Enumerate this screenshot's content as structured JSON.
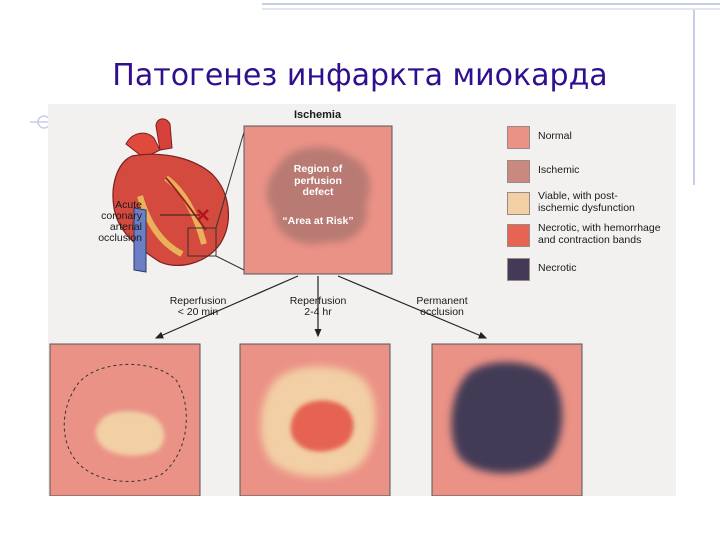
{
  "title": "Патогенез инфаркта миокарда",
  "figure": {
    "ischemia_heading": "Ischemia",
    "occlusion_label": "Acute\ncoronary\narterial\nocclusion",
    "region_label": "Region of\nperfusion\ndefect",
    "area_label": "“Area at Risk”",
    "branches": [
      {
        "label": "Reperfusion\n< 20 min"
      },
      {
        "label": "Reperfusion\n2-4 hr"
      },
      {
        "label": "Permanent\nocclusion"
      }
    ],
    "legend": [
      {
        "label": "Normal",
        "color": "#eb9286"
      },
      {
        "label": "Ischemic",
        "color": "#c98880"
      },
      {
        "label": "Viable, with post-\nischemic dysfunction",
        "color": "#f2cfa4"
      },
      {
        "label": "Necrotic, with hemorrhage\nand contraction bands",
        "color": "#e66453"
      },
      {
        "label": "Necrotic",
        "color": "#433a57"
      }
    ]
  }
}
